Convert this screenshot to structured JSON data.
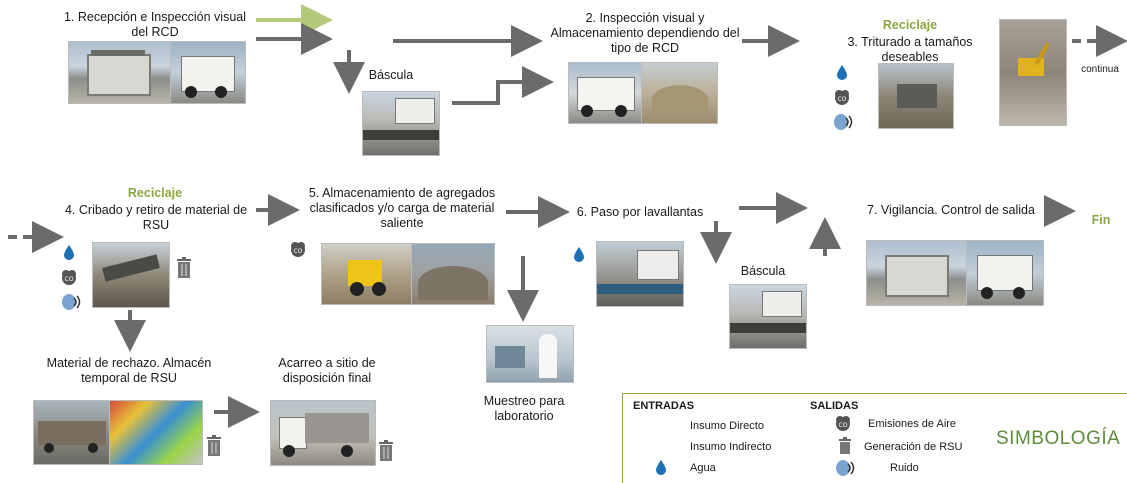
{
  "steps": {
    "s1": "1. Recepción e Inspección visual del RCD",
    "s2": "2. Inspección visual y Almacenamiento dependiendo del tipo de RCD",
    "s3_tag": "Reciclaje",
    "s3": "3. Triturado a tamaños deseables",
    "continua": "continua",
    "bascula1": "Báscula",
    "s4_tag": "Reciclaje",
    "s4": "4. Cribado y retiro de material de RSU",
    "s5": "5. Almacenamiento de agregados clasificados y/o carga de material saliente",
    "s6": "6. Paso por lavallantas",
    "bascula2": "Báscula",
    "s7": "7. Vigilancia. Control de salida",
    "fin": "Fin",
    "rechazo": "Material de rechazo. Almacén temporal de RSU",
    "acarreo": "Acarreo a sitio de disposición final",
    "muestreo": "Muestreo para laboratorio"
  },
  "legend": {
    "entradas": "ENTRADAS",
    "salidas": "SALIDAS",
    "insumo_directo": "Insumo Directo",
    "insumo_indirecto": "Insumo Indirecto",
    "agua": "Agua",
    "emisiones": "Emisiones de Aire",
    "rsu": "Generación de RSU",
    "ruido": "Ruido",
    "simbologia": "SIMBOLOGÍA"
  },
  "colors": {
    "direct": "#b5c97a",
    "indirect": "#6b6b6b",
    "water": "#1f6fb5",
    "accent": "#8aa641"
  }
}
